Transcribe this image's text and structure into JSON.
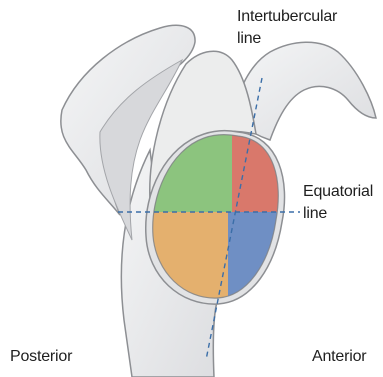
{
  "labels": {
    "intertubercular_line_1": "Intertubercular",
    "intertubercular_line_2": "line",
    "equatorial_line_1": "Equatorial",
    "equatorial_line_2": "line",
    "posterior": "Posterior",
    "anterior": "Anterior"
  },
  "colors": {
    "posterior_superior_quadrant": "#8cc47e",
    "anterior_superior_quadrant": "#d9786b",
    "posterior_inferior_quadrant": "#e4b06e",
    "anterior_inferior_quadrant": "#6f8fc4",
    "bone_fill": "#e9eaec",
    "bone_outline": "#8d8f93",
    "reference_lines": "#3b6ea8"
  }
}
